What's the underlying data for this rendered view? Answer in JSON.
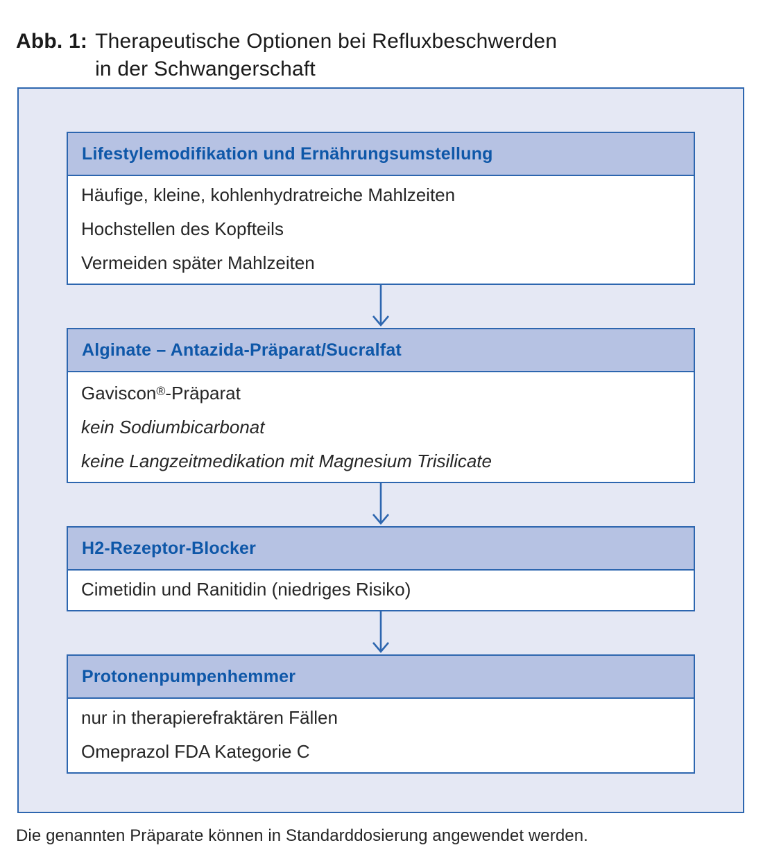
{
  "figure": {
    "label": "Abb. 1:",
    "title_line1": "Therapeutische Optionen bei Refluxbeschwerden",
    "title_line2": "in der Schwangerschaft"
  },
  "flowchart": {
    "boxes": [
      {
        "title": "Lifestylemodifikation und Ernährungsumstellung",
        "lines": [
          {
            "text": "Häufige, kleine, kohlenhydratreiche Mahlzeiten",
            "style": "normal"
          },
          {
            "text": "Hochstellen des Kopfteils",
            "style": "normal"
          },
          {
            "text": "Vermeiden später Mahlzeiten",
            "style": "normal"
          }
        ]
      },
      {
        "title": "Alginate – Antazida-Präparat/Sucralfat",
        "lines": [
          {
            "text": "Gaviscon®-Präparat",
            "style": "normal"
          },
          {
            "text": "kein Sodiumbicarbonat",
            "style": "italic"
          },
          {
            "text": "keine Langzeitmedikation mit Magnesium Trisilicate",
            "style": "italic"
          }
        ]
      },
      {
        "title": "H2-Rezeptor-Blocker",
        "lines": [
          {
            "text": "Cimetidin und Ranitidin (niedriges Risiko)",
            "style": "normal"
          }
        ]
      },
      {
        "title": "Protonenpumpenhemmer",
        "lines": [
          {
            "text": "nur in therapierefraktären Fällen",
            "style": "normal"
          },
          {
            "text": "Omeprazol FDA Kategorie C",
            "style": "normal"
          }
        ]
      }
    ]
  },
  "footer": {
    "note": "Die genannten Präparate können in Standarddosierung angewendet werden."
  },
  "colors": {
    "accent_blue": "#2d66af",
    "header_bg": "#b6c2e3",
    "header_text": "#0e57a8",
    "panel_bg": "#e5e8f4",
    "body_text": "#262626"
  }
}
